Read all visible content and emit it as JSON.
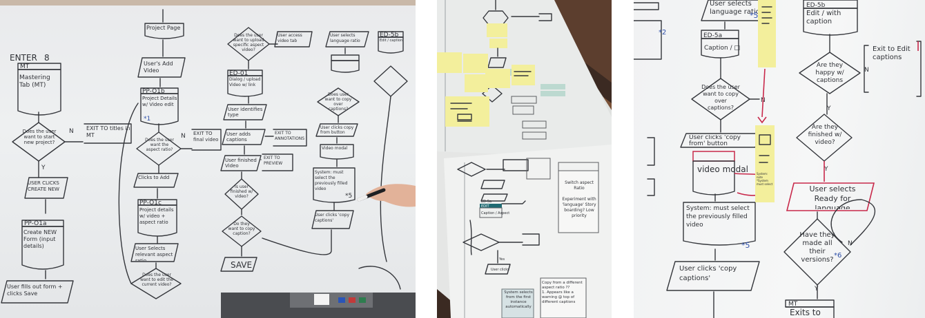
{
  "panel_left": {
    "heading": "ENTER",
    "nodes": {
      "mt_tag": "MT",
      "mt_box": "Mastering Tab (MT)",
      "q_start": "Does the user want to start new project?",
      "exit_mt": "EXIT TO titles in MT",
      "user_clicks_create": "USER CLICKS CREATE NEW",
      "ppo1a_tag": "PP-O1a",
      "create_form": "Create NEW Form (input details)",
      "fills_form": "User fills out form + clicks Save",
      "project_page": "Project Page",
      "user_adds_video": "User's Add Video",
      "ppo1b_tag": "PP-O1b",
      "project_detail": "Project Details w/ Video edit",
      "q_aspect": "Does the user want the aspect ratio?",
      "exit_final": "EXIT TO final video",
      "clicks_add": "Clicks to Add",
      "ppo1c_tag": "PP-O1c",
      "project_details2": "Project details w/ video + aspect ratio",
      "selects_aspect": "User Selects relevant aspect ratio",
      "q_edit_current": "Does the user want to edit the current video?",
      "q_upload": "Does the user want to upload specific aspect video?",
      "user_access_video": "User access video tab",
      "ed01_tag": "ED-01",
      "dialog_upload": "Dialog / upload Video w/ link",
      "user_adds_type": "User identifies type",
      "user_adds_captions": "User adds captions",
      "exit_annotations": "EXIT TO ANNOTATIONS",
      "user_finished": "User finished Video",
      "exit_preview": "EXIT TO PREVIEW",
      "q_finished": "Is user finished w/ video?",
      "q_copy_caption": "Do they want to copy caption?",
      "save": "SAVE",
      "user_selects_lang": "User selects language ratio",
      "ed5b_tag": "ED-5b",
      "edit_caption": "Edit / caption",
      "q_copy_over": "Does user want to copy over captions?",
      "user_clicks_copy": "User clicks copy from button",
      "video_modal": "Video modal",
      "system_select": "System: must select the previously filled video",
      "user_clicks_copy_captions": "User clicks 'copy captions'",
      "n_label": "N",
      "y_label": "Y",
      "star_1": "*1",
      "star_5": "*5"
    }
  },
  "panel_middle": {
    "notes": {
      "switch_aspect": "Switch aspect Ratio",
      "experiment": "Experiment with 'language' Story boarding? Low priority",
      "user_clicks": "User clicks",
      "system_selects": "System selects from the first instance automatically",
      "copy_from": "Copy from a different aspect ratio ??",
      "appears_warning": "1. Appears like a warning @ top of different captions",
      "edit": "EDIT",
      "caption": "Caption / Aspect",
      "ed5a": "ED-5a",
      "yes": "Yes"
    }
  },
  "panel_right": {
    "nodes": {
      "user_selects_lang": "User selects language ratio",
      "ed5b_tag": "ED-5b",
      "edit_with_caption": "Edit / with caption",
      "ed5a_tag": "ED-5a",
      "caption_btn": "Caption / □",
      "q_copy_over": "Does the user want to copy over captions?",
      "exit_caption": "Exit to Edit captions",
      "q_happy": "Are they happy w/ captions",
      "q_finished": "Are they finished w/ video?",
      "user_clicks_copy_from": "User clicks 'copy from' button",
      "video_modal": "video modal",
      "system_select": "System: must select the previously filled video",
      "user_clicks_copy_captions": "User clicks 'copy captions'",
      "user_selects_ready": "User selects Ready for language",
      "q_made_all": "Have they made all their versions?",
      "mt_tag": "MT",
      "exits_to": "Exits to",
      "n_label": "N",
      "y_label": "Y",
      "star_5": "*5",
      "star_2": "*2",
      "star_6": "*6",
      "sticky_1": "System: note",
      "sticky_2": "*System must select"
    }
  },
  "colors": {
    "whiteboard": "#eef0f1",
    "ink": "#34363b",
    "red_marker": "#c8284a",
    "blue_marker": "#2d4fa8",
    "sticky_yellow": "#f3efa0",
    "sticky_green": "#bcd9d0",
    "wood": "#3b2a22",
    "skin": "#e5b79e"
  }
}
